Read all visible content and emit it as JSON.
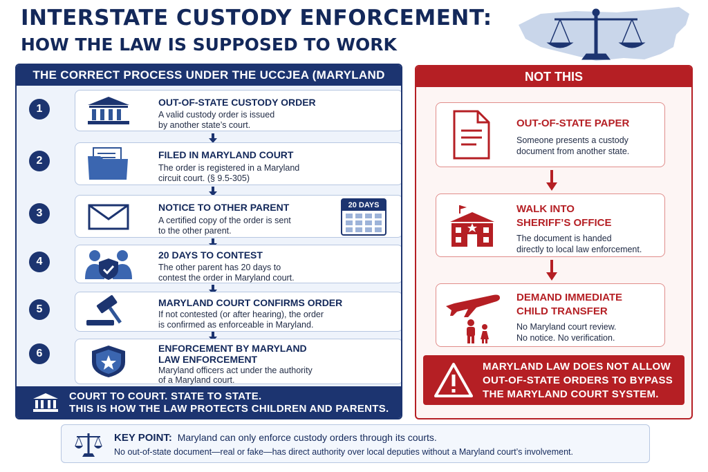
{
  "header": {
    "title": "INTERSTATE CUSTODY ENFORCEMENT:",
    "subtitle": "HOW THE LAW IS SUPPOSED TO WORK"
  },
  "left": {
    "heading": "THE CORRECT PROCESS UNDER THE UCCJEA (MARYLAND LAW)",
    "steps": [
      {
        "num": "1",
        "title": "OUT-OF-STATE CUSTODY ORDER",
        "desc1": "A valid custody order is issued",
        "desc2": "by another state’s court.",
        "icon": "courthouse-icon"
      },
      {
        "num": "2",
        "title": "FILED IN MARYLAND COURT",
        "desc1": "The order is registered in a Maryland",
        "desc2": "circuit court. (§ 9.5-305)",
        "icon": "folder-icon"
      },
      {
        "num": "3",
        "title": "NOTICE TO OTHER PARENT",
        "desc1": "A certified copy of the order is sent",
        "desc2": "to the other parent.",
        "icon": "envelope-icon",
        "badge": "20 DAYS"
      },
      {
        "num": "4",
        "title": "20 DAYS TO CONTEST",
        "desc1": "The other parent has 20 days to",
        "desc2": "contest the order in Maryland court.",
        "icon": "people-shield-icon"
      },
      {
        "num": "5",
        "title": "MARYLAND COURT CONFIRMS ORDER",
        "desc1": "If not contested (or after hearing), the order",
        "desc2": "is confirmed as enforceable in Maryland.",
        "icon": "gavel-icon"
      },
      {
        "num": "6",
        "title1": "ENFORCEMENT BY MARYLAND",
        "title2": "LAW ENFORCEMENT",
        "desc1": "Maryland officers act under the authority",
        "desc2": "of a Maryland court.",
        "icon": "badge-star-icon"
      }
    ],
    "footer1": "COURT TO COURT. STATE TO STATE.",
    "footer2": "THIS IS HOW THE LAW PROTECTS CHILDREN AND PARENTS."
  },
  "right": {
    "heading": "NOT THIS",
    "items": [
      {
        "title1": "OUT-OF-STATE PAPER",
        "desc1": "Someone presents a custody",
        "desc2": "document from another state.",
        "icon": "document-icon"
      },
      {
        "title1": "WALK INTO",
        "title2": "SHERIFF’S OFFICE",
        "desc1": "The document is handed",
        "desc2": "directly to local law enforcement.",
        "icon": "sheriff-office-icon"
      },
      {
        "title1": "DEMAND IMMEDIATE",
        "title2": "CHILD TRANSFER",
        "desc1": "No Maryland court review.",
        "desc2": "No notice. No verification.",
        "icon": "plane-family-icon"
      }
    ],
    "warning1": "MARYLAND LAW DOES NOT ALLOW",
    "warning2": "OUT-OF-STATE ORDERS TO BYPASS",
    "warning3": "THE MARYLAND COURT SYSTEM."
  },
  "keypoint": {
    "label": "KEY POINT:",
    "text": "Maryland can only enforce custody orders through its courts.",
    "detail": "No out-of-state document—real or fake—has direct authority over local deputies without a Maryland court’s involvement."
  },
  "colors": {
    "navy": "#1c3470",
    "red": "#b51f24"
  }
}
